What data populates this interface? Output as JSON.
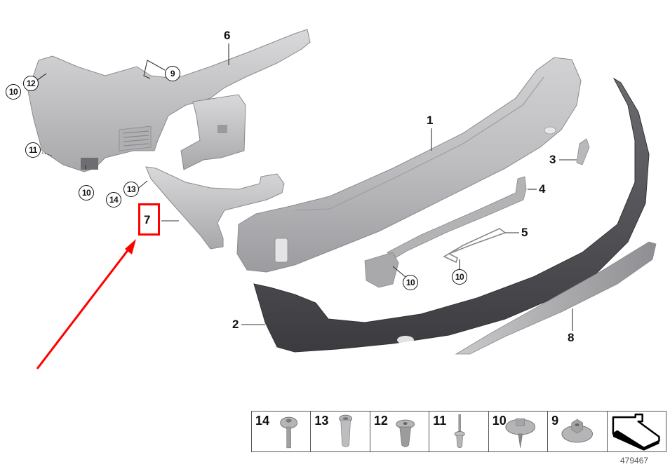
{
  "diagram": {
    "type": "exploded-parts-diagram",
    "diagram_number": "479467",
    "colors": {
      "part_light": "#c8c8ca",
      "part_mid": "#a9a9ac",
      "part_dark": "#4a4a4e",
      "highlight": "#ff0000",
      "leader": "#333333"
    },
    "callouts": [
      {
        "id": "c1",
        "label": "1",
        "style": "plain"
      },
      {
        "id": "c2",
        "label": "2",
        "style": "plain"
      },
      {
        "id": "c3",
        "label": "3",
        "style": "plain"
      },
      {
        "id": "c4",
        "label": "4",
        "style": "plain"
      },
      {
        "id": "c5",
        "label": "5",
        "style": "plain"
      },
      {
        "id": "c6",
        "label": "6",
        "style": "plain"
      },
      {
        "id": "c7",
        "label": "7",
        "style": "plain",
        "highlighted": true
      },
      {
        "id": "c8",
        "label": "8",
        "style": "plain"
      },
      {
        "id": "c9",
        "label": "9",
        "style": "circle"
      },
      {
        "id": "c10a",
        "label": "10",
        "style": "circle"
      },
      {
        "id": "c12",
        "label": "12",
        "style": "circle"
      },
      {
        "id": "c11",
        "label": "11",
        "style": "circle"
      },
      {
        "id": "c10b",
        "label": "10",
        "style": "circle"
      },
      {
        "id": "c13",
        "label": "13",
        "style": "circle"
      },
      {
        "id": "c14",
        "label": "14",
        "style": "circle"
      },
      {
        "id": "c10c",
        "label": "10",
        "style": "circle"
      },
      {
        "id": "c10d",
        "label": "10",
        "style": "circle"
      }
    ],
    "highlight": {
      "target_label": "7",
      "annotation": "red-box-with-arrow"
    }
  },
  "legend": {
    "cells": [
      {
        "label": "14",
        "icon": "screw-with-washer-icon"
      },
      {
        "label": "13",
        "icon": "expanding-nut-icon"
      },
      {
        "label": "12",
        "icon": "plastic-nut-insert-icon"
      },
      {
        "label": "11",
        "icon": "blind-rivet-icon"
      },
      {
        "label": "10",
        "icon": "self-tapping-washer-screw-icon"
      },
      {
        "label": "9",
        "icon": "hex-flange-nut-icon"
      },
      {
        "label": "",
        "icon": "direction-arrow-icon"
      }
    ]
  }
}
